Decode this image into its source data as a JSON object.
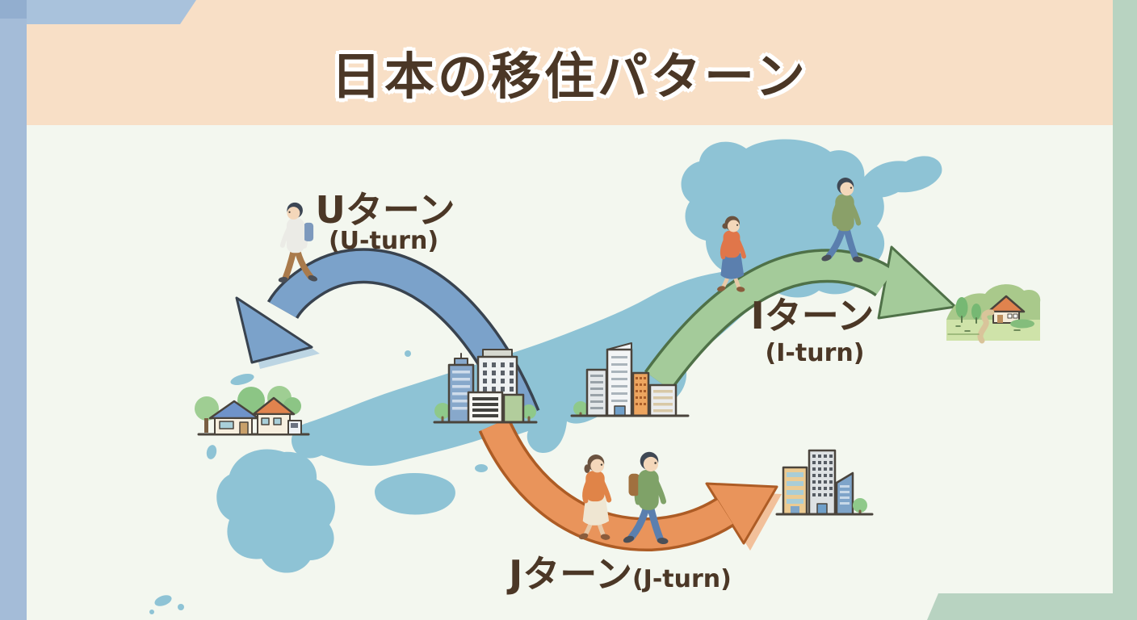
{
  "title": "日本の移住パターン",
  "patterns": {
    "u_turn": {
      "label_jp": "Uターン",
      "label_en": "(U-turn)",
      "arrow_color": "#7ba2ca",
      "travelers": 1
    },
    "i_turn": {
      "label_jp": "Iターン",
      "label_en": "(I-turn)",
      "arrow_color": "#a4cb9a",
      "travelers": 2
    },
    "j_turn": {
      "label_jp": "Jターン",
      "label_en": "(J-turn)",
      "arrow_color": "#e9945b",
      "travelers": 2
    }
  },
  "colors": {
    "frame_blue": "#a4bcd8",
    "frame_green": "#b8d3c1",
    "title_band_peach": "#f8dfc6",
    "background": "#f3f7ef",
    "map_blue": "#8ec3d5",
    "u_arrow_blue": "#7ba2ca",
    "i_arrow_green": "#a4cb9a",
    "j_arrow_orange": "#e9945b",
    "text_brown": "#4b3726"
  },
  "icons": {
    "map": "japan-map",
    "u_turn_arrow": "curved-arrow-to-left",
    "i_turn_arrow": "curved-arrow-to-right",
    "j_turn_arrow": "curved-arrow-down-right",
    "metropolis": "big-city-buildings-icon",
    "tokyo_city": "city-buildings-icon",
    "regional_city": "regional-city-buildings-icon",
    "rural_houses": "village-houses-icon",
    "countryside": "countryside-landscape-icon",
    "people": [
      "walking-man-icon",
      "walking-woman-icon",
      "walking-man-icon",
      "walking-woman-icon",
      "walking-man-icon"
    ]
  }
}
